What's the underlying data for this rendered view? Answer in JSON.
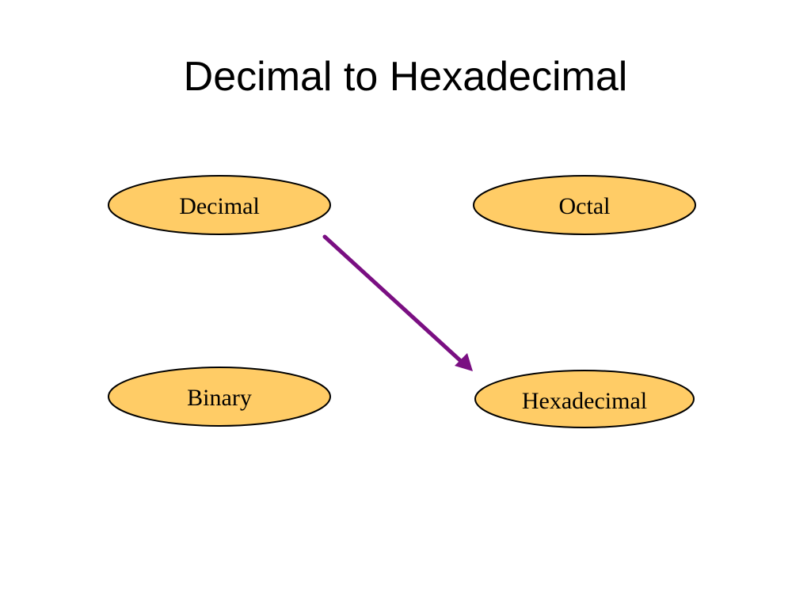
{
  "slide": {
    "title": "Decimal to Hexadecimal"
  },
  "colors": {
    "node_fill": "#FFCC66",
    "node_stroke": "#000000",
    "arrow": "#7A0F82",
    "background": "#FFFFFF"
  },
  "diagram": {
    "nodes": {
      "decimal": {
        "label": "Decimal"
      },
      "octal": {
        "label": "Octal"
      },
      "binary": {
        "label": "Binary"
      },
      "hexadecimal": {
        "label": "Hexadecimal"
      }
    },
    "edges": [
      {
        "from": "Decimal",
        "to": "Hexadecimal"
      }
    ]
  }
}
